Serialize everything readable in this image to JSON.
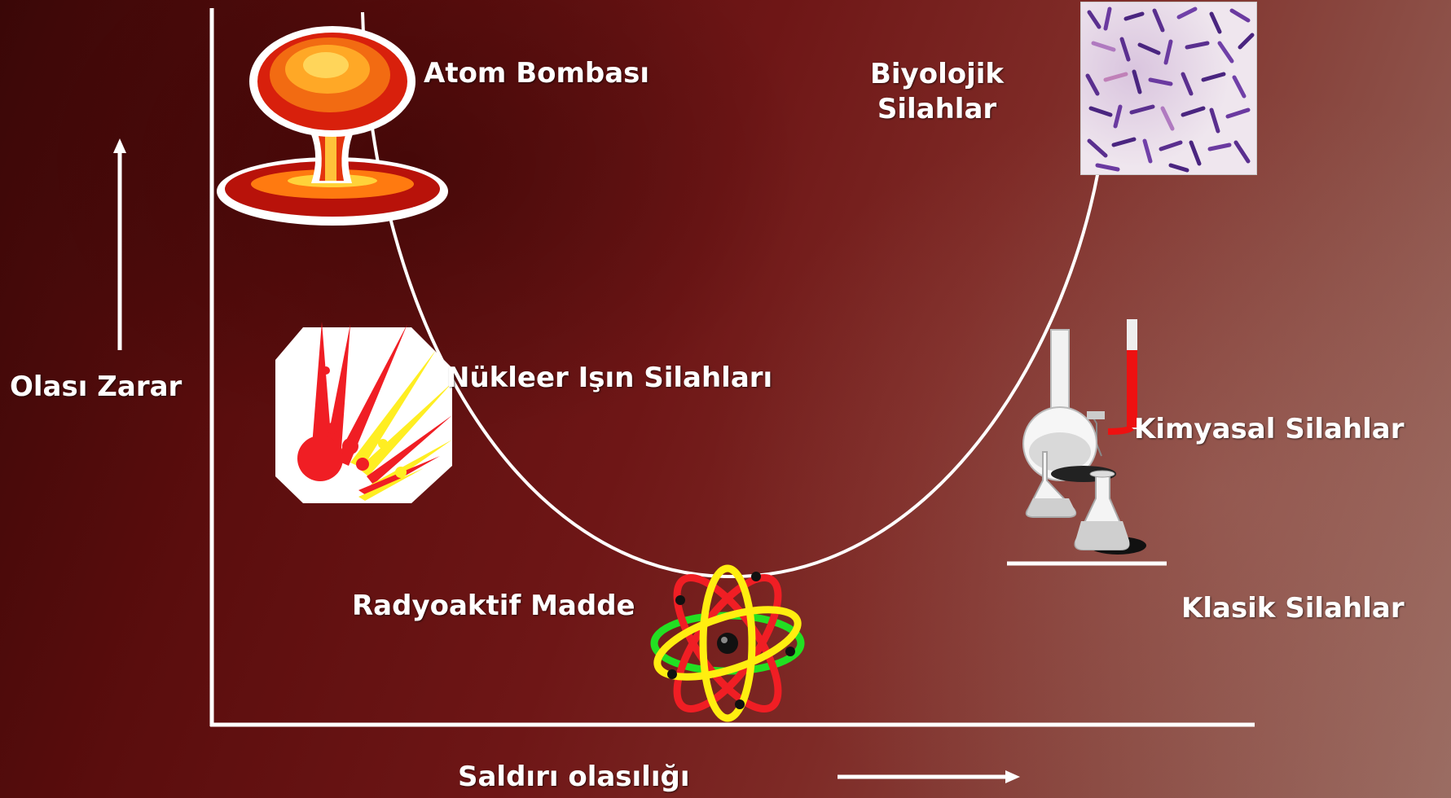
{
  "labels": {
    "atom_bomb": "Atom Bombası",
    "bio_line1": "Biyolojik",
    "bio_line2": "Silahlar",
    "nuclear_beam": "Nükleer Işın Silahları",
    "chemical": "Kimyasal Silahlar",
    "radioactive": "Radyoaktif Madde",
    "classic": "Klasik Silahlar",
    "y_axis": "Olası Zarar",
    "x_axis": "Saldırı olasılığı"
  },
  "icons": {
    "atom_bomb": "mushroom-cloud-icon",
    "nuclear_beam": "explosion-icon",
    "bio": "bacteria-micrograph-image",
    "chemical": "lab-flasks-icon",
    "radioactive": "atom-icon"
  },
  "colors": {
    "line": "#ffffff",
    "text": "#ffffff"
  }
}
